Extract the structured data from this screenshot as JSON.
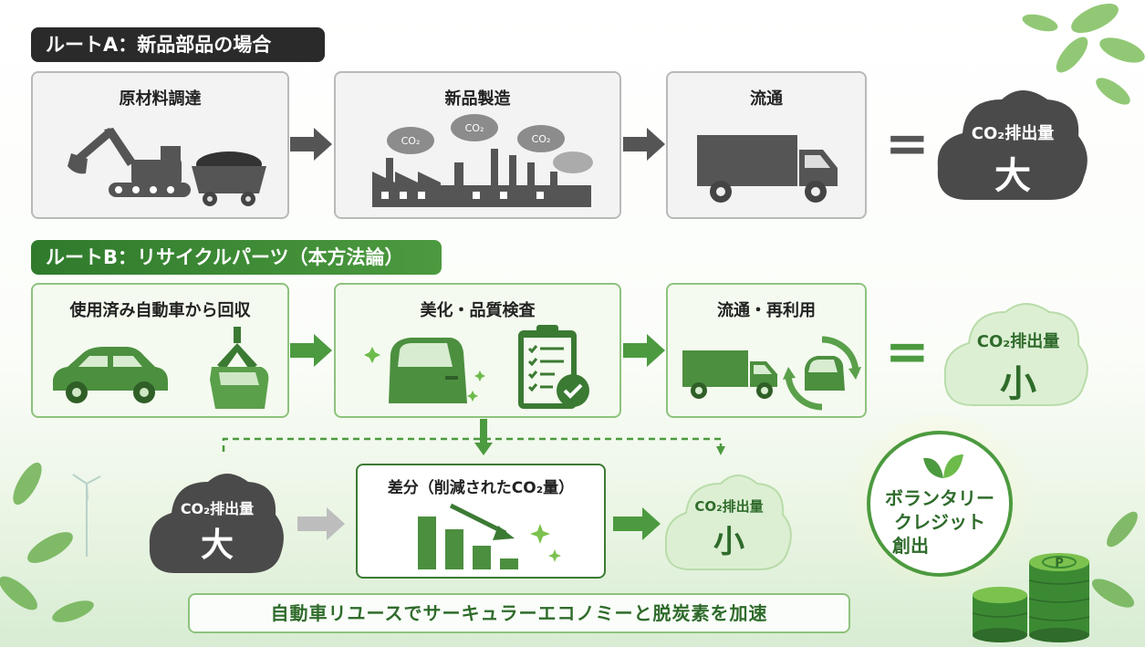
{
  "route_a": {
    "label": "ルートA：新品部品の場合",
    "steps": [
      "原材料調達",
      "新品製造",
      "流通"
    ],
    "co2_tag": "CO₂",
    "result": {
      "label": "CO₂排出量",
      "size": "大"
    }
  },
  "route_b": {
    "label": "ルートB：リサイクルパーツ（本方法論）",
    "steps": [
      "使用済み自動車から回収",
      "美化・品質検査",
      "流通・再利用"
    ],
    "result": {
      "label": "CO₂排出量",
      "size": "小"
    }
  },
  "comparison": {
    "left": {
      "label": "CO₂排出量",
      "size": "大"
    },
    "diff_title": "差分（削減されたCO₂量）",
    "right": {
      "label": "CO₂排出量",
      "size": "小"
    }
  },
  "credit": {
    "line1": "ボランタリー",
    "line2": "クレジット",
    "line3": "創出",
    "coin_mark": "P"
  },
  "banner": "自動車リユースでサーキュラーエコノミーと脱炭素を加速",
  "colors": {
    "dark": "#3f3f3f",
    "green": "#3f8d3a",
    "light_green": "#dcefd3",
    "gray_icon": "#555555"
  }
}
